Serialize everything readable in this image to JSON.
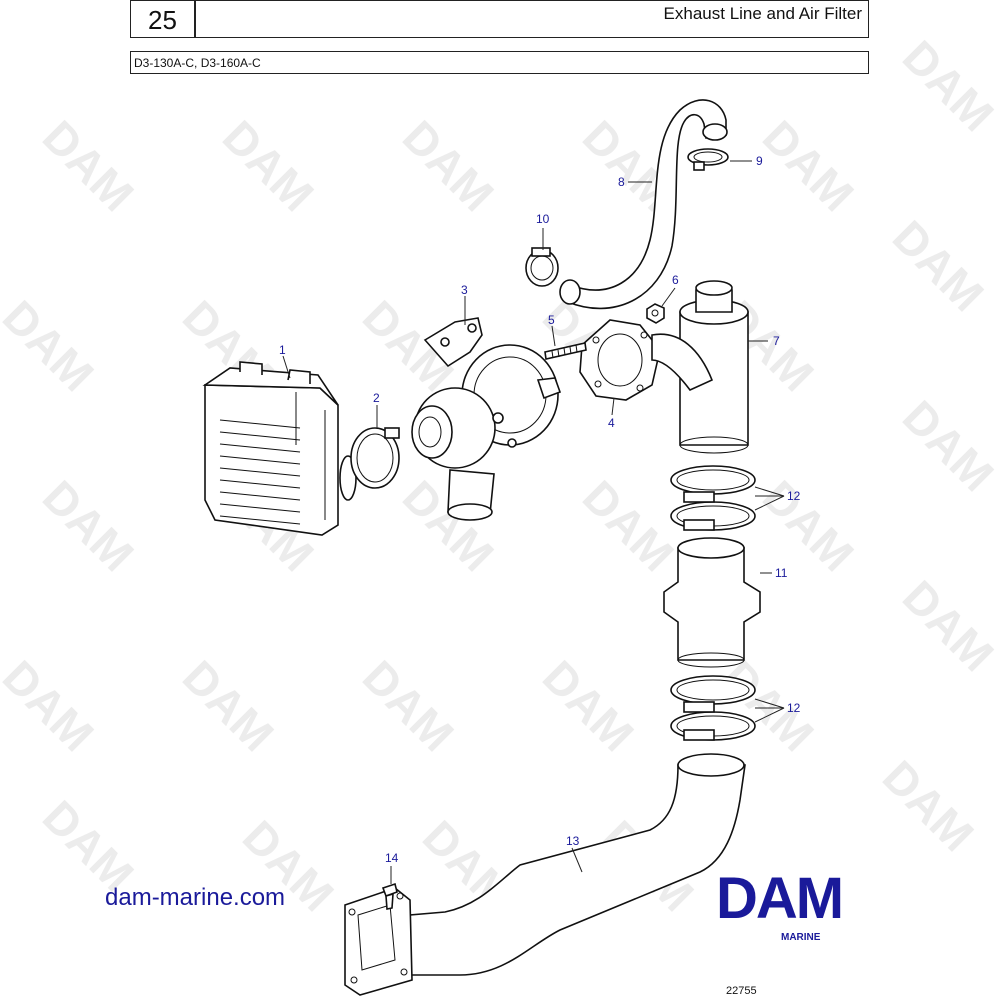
{
  "header": {
    "section_number": "25",
    "title": "Exhaust Line and Air Filter",
    "models": "D3-130A-C, D3-160A-C"
  },
  "watermark": "DAM",
  "callouts": [
    "1",
    "2",
    "3",
    "4",
    "5",
    "6",
    "7",
    "8",
    "9",
    "10",
    "11",
    "12",
    "12",
    "13",
    "14"
  ],
  "footer": {
    "website": "dam-marine.com",
    "logo_text": "DAM",
    "logo_subtext": "MARINE",
    "drawing_number": "22755"
  },
  "colors": {
    "callout": "#1a1a9a",
    "logo": "#1a1a9a",
    "line": "#111111",
    "watermark": "#ececec"
  }
}
